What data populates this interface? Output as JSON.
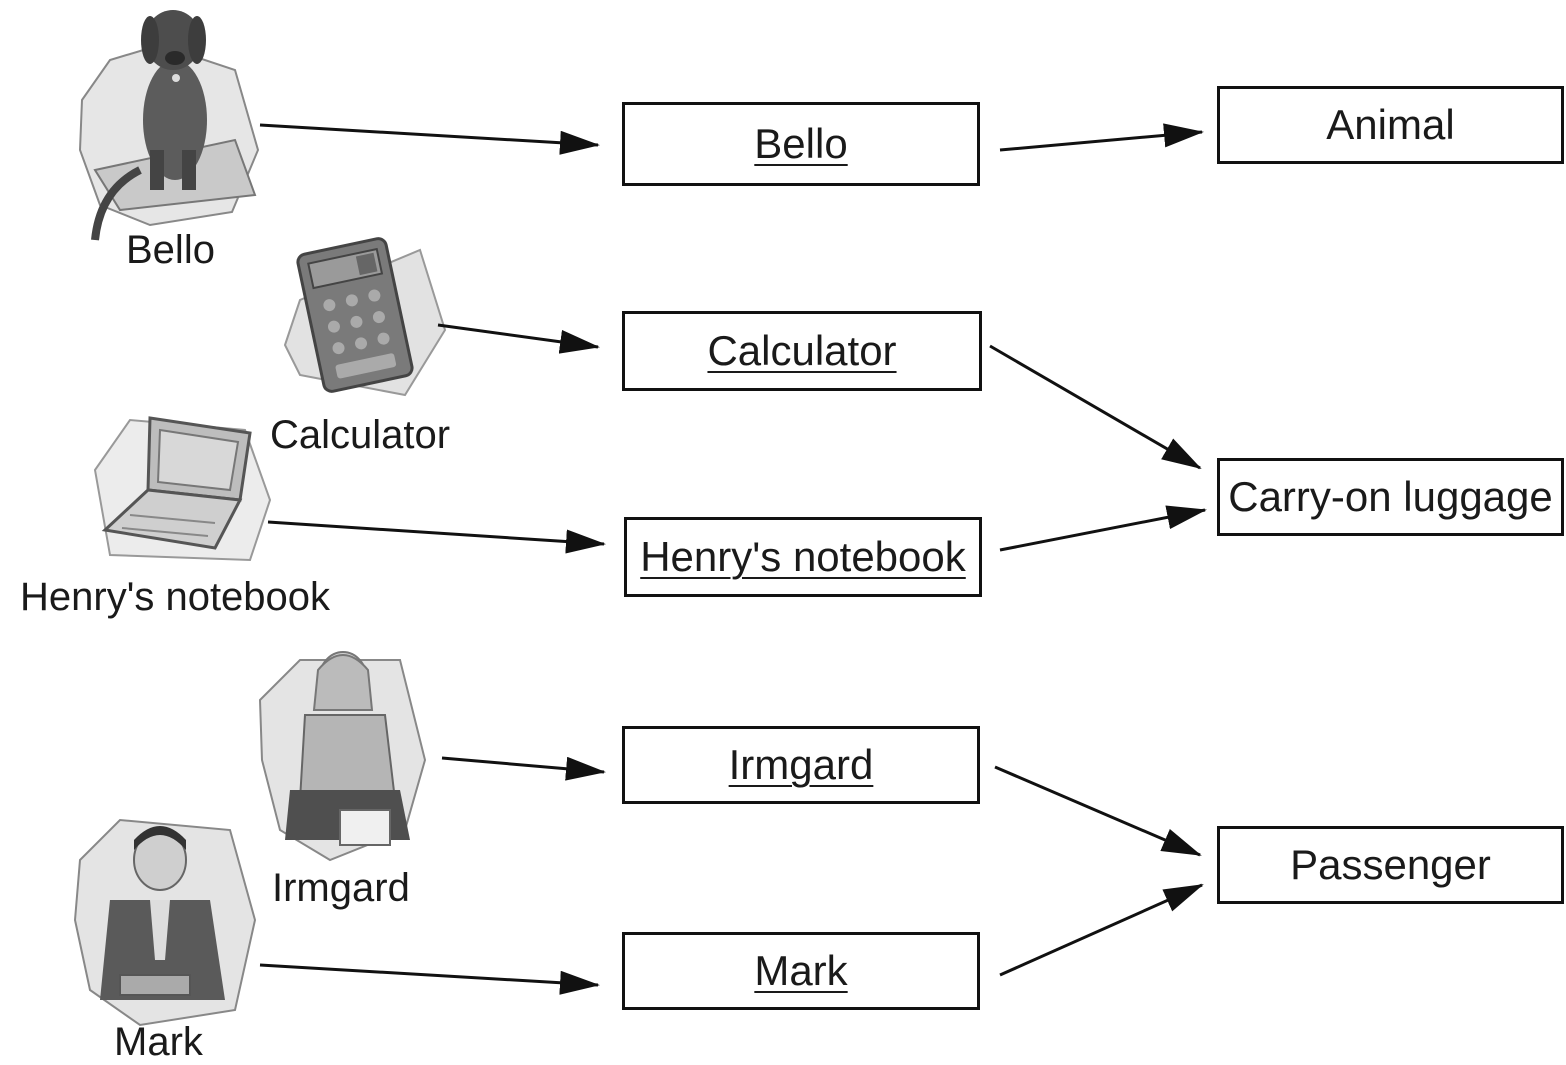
{
  "objects": {
    "bello": {
      "caption": "Bello",
      "instance": "Bello",
      "icon": "dog-icon"
    },
    "calculator": {
      "caption": "Calculator",
      "instance": "Calculator",
      "icon": "calculator-icon"
    },
    "notebook": {
      "caption": "Henry's notebook",
      "instance": "Henry's notebook",
      "icon": "laptop-icon"
    },
    "irmgard": {
      "caption": "Irmgard",
      "instance": "Irmgard",
      "icon": "woman-icon"
    },
    "mark": {
      "caption": "Mark",
      "instance": "Mark",
      "icon": "man-icon"
    }
  },
  "classes": {
    "animal": "Animal",
    "luggage": "Carry-on luggage",
    "passenger": "Passenger"
  }
}
